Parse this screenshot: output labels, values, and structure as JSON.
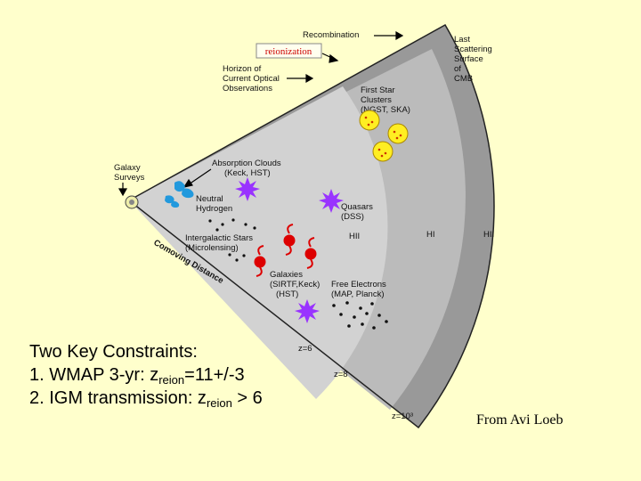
{
  "diagram": {
    "labels": {
      "recombination": "Recombination",
      "reionization": "reionization",
      "horizon": [
        "Horizon of",
        "Current Optical",
        "Observations"
      ],
      "last_scattering": [
        "Last",
        "Scattering",
        "Surface",
        "of",
        "CMB"
      ],
      "first_star": [
        "First Star",
        "Clusters",
        "(NGST, SKA)"
      ],
      "absorption": [
        "Absorption Clouds",
        "(Keck, HST)"
      ],
      "galaxy_surveys": [
        "Galaxy",
        "Surveys"
      ],
      "neutral_hydrogen": [
        "Neutral",
        "Hydrogen"
      ],
      "quasars": [
        "Quasars",
        "(DSS)"
      ],
      "intergalactic_stars": [
        "Intergalactic Stars",
        "(Microlensing)"
      ],
      "hii_1": "HII",
      "hi": "HI",
      "hii_2": "HII",
      "galaxies": [
        "Galaxies",
        "(SIRTF,Keck)",
        "(HST)"
      ],
      "free_electrons": [
        "Free Electrons",
        "(MAP, Planck)"
      ],
      "comoving_distance": "Comoving Distance",
      "z6": "z=6",
      "z8": "z=8",
      "z1000": "z=10³"
    }
  },
  "constraints": {
    "title": "Two Key Constraints:",
    "item1_prefix": "1.  WMAP 3-yr: z",
    "item1_sub": "reion",
    "item1_suffix": "=11+/-3",
    "item2_prefix": "2.  IGM transmission: z",
    "item2_sub": "reion",
    "item2_suffix": " > 6"
  },
  "credit": "From Avi Loeb",
  "colors": {
    "background": "#ffffcc",
    "outer_band": "#999999",
    "inner_band": "#bbbbbb",
    "reionization_label": "#cc0000",
    "star_burst": "#9933ff",
    "neutral_hydrogen": "#2299dd",
    "galaxy_red": "#dd0000",
    "star_cluster": "#ffee22"
  }
}
